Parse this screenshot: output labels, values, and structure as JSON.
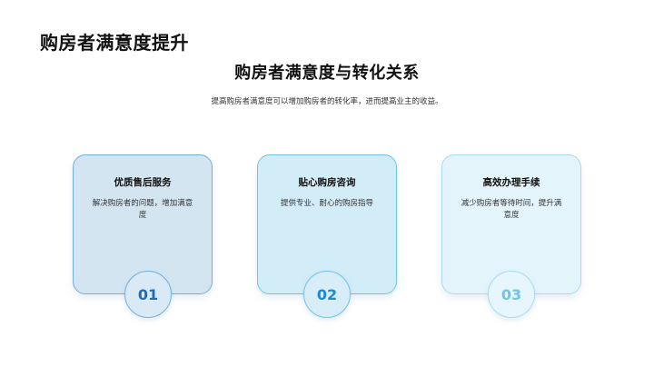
{
  "slide": {
    "title": "购房者满意度提升",
    "section_title": "购房者满意度与转化关系",
    "subtitle": "提高购房者满意度可以增加购房者的转化率，进而提高业主的收益。"
  },
  "cards": [
    {
      "title": "优质售后服务",
      "description": "解决购房者的问题，增加满意度",
      "number": "01",
      "color": "#1f6cb4"
    },
    {
      "title": "贴心购房咨询",
      "description": "提供专业、耐心的购房指导",
      "number": "02",
      "color": "#1b8ad2"
    },
    {
      "title": "高效办理手续",
      "description": "减少购房者等待时间，提升满意度",
      "number": "03",
      "color": "#72c3e8"
    }
  ]
}
